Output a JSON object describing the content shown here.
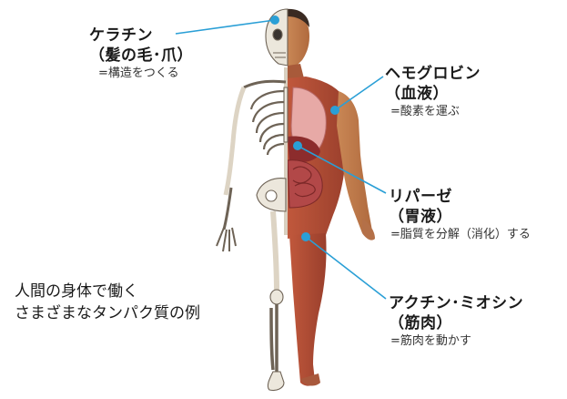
{
  "labels": {
    "keratin": {
      "name": "ケラチン",
      "location": "（髪の毛･爪）",
      "role": "=構造をつくる"
    },
    "hemoglobin": {
      "name": "ヘモグロビン",
      "location": "（血液）",
      "role": "=酸素を運ぶ"
    },
    "lipase": {
      "name": "リパーゼ",
      "location": "（胃液）",
      "role": "=脂質を分解（消化）する"
    },
    "actin_myosin": {
      "name": "アクチン･ミオシン",
      "location": "（筋肉）",
      "role": "=筋肉を動かす"
    }
  },
  "caption": {
    "line1": "人間の身体で働く",
    "line2": "さまざまなタンパク質の例"
  },
  "colors": {
    "leader_line": "#2a9fd6",
    "marker": "#2a9fd6",
    "bone": "#ece7dc",
    "skin": "#c98a5a",
    "muscle": "#b5523a",
    "organ": "#a83c3c"
  }
}
